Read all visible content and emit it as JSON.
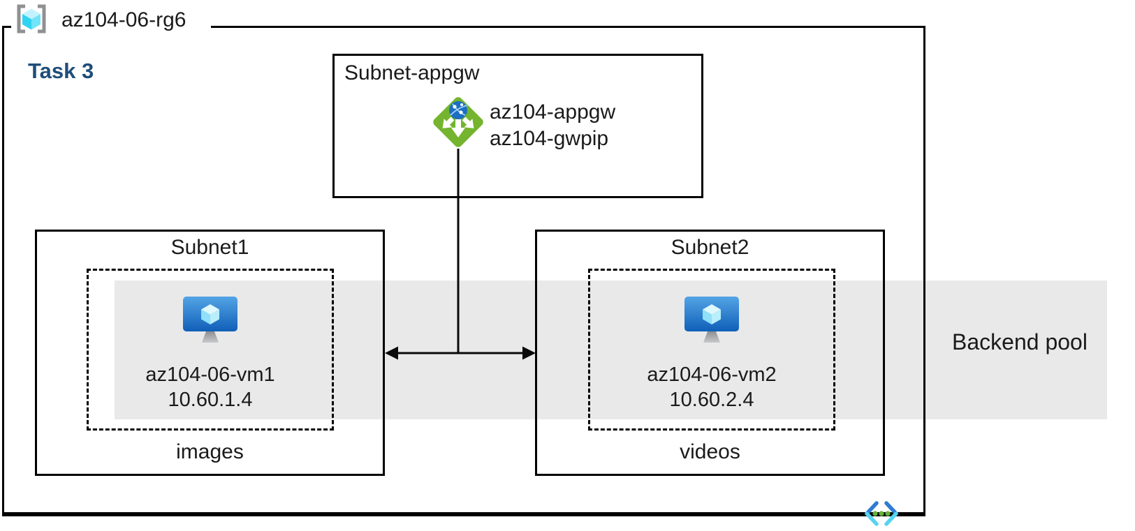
{
  "resource_group": {
    "name": "az104-06-rg6"
  },
  "task": {
    "label": "Task 3"
  },
  "gateway_subnet": {
    "label": "Subnet-appgw",
    "gateway_name": "az104-appgw",
    "public_ip_name": "az104-gwpip"
  },
  "subnet1": {
    "label": "Subnet1",
    "vm_name": "az104-06-vm1",
    "vm_ip": "10.60.1.4",
    "content_label": "images"
  },
  "subnet2": {
    "label": "Subnet2",
    "vm_name": "az104-06-vm2",
    "vm_ip": "10.60.2.4",
    "content_label": "videos"
  },
  "backend_pool": {
    "label": "Backend pool"
  },
  "icons": {
    "resource_group": "resource-group-icon",
    "application_gateway": "application-gateway-icon",
    "virtual_machine_1": "virtual-machine-icon",
    "virtual_machine_2": "virtual-machine-icon",
    "virtual_network": "virtual-network-icon"
  },
  "colors": {
    "task_text": "#1F4E79",
    "backend_pool_band": "#E9E9E9",
    "gateway_green": "#74B42E",
    "globe_blue": "#1B6EC2",
    "vm_screen_top": "#54A4E6",
    "vm_screen_bottom": "#0F5FB8",
    "cube_cyan": "#50E6FF",
    "vnet_blue": "#2E7BD2",
    "vnet_cyan": "#55D4F2",
    "vnet_green_dots": "#63B239",
    "border": "#000000"
  }
}
